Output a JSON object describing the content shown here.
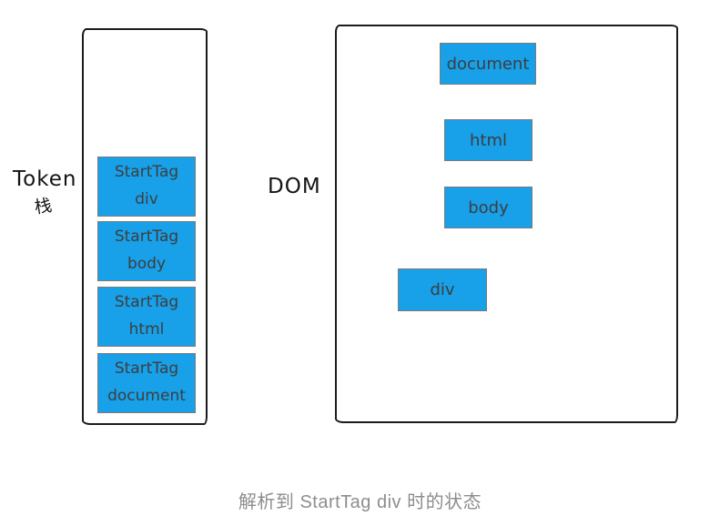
{
  "colors": {
    "node_fill": "#18a0e8",
    "node_border": "#7a7a7a",
    "node_text": "#3e3e3e",
    "outline": "#1b1b1b",
    "label_text": "#141414",
    "caption_text": "#8d8d8d"
  },
  "token_stack": {
    "label_line1": "Token",
    "label_line2": "栈",
    "items": [
      {
        "line1": "StartTag",
        "line2": "div"
      },
      {
        "line1": "StartTag",
        "line2": "body"
      },
      {
        "line1": "StartTag",
        "line2": "html"
      },
      {
        "line1": "StartTag",
        "line2": "document"
      }
    ]
  },
  "dom": {
    "label": "DOM",
    "nodes": [
      {
        "id": "document",
        "label": "document"
      },
      {
        "id": "html",
        "label": "html"
      },
      {
        "id": "body",
        "label": "body"
      },
      {
        "id": "div",
        "label": "div"
      }
    ],
    "edges": [
      {
        "from": "document",
        "to": "html"
      },
      {
        "from": "html",
        "to": "body"
      },
      {
        "from": "body",
        "to": "div"
      }
    ]
  },
  "caption": "解析到 StartTag div 时的状态"
}
